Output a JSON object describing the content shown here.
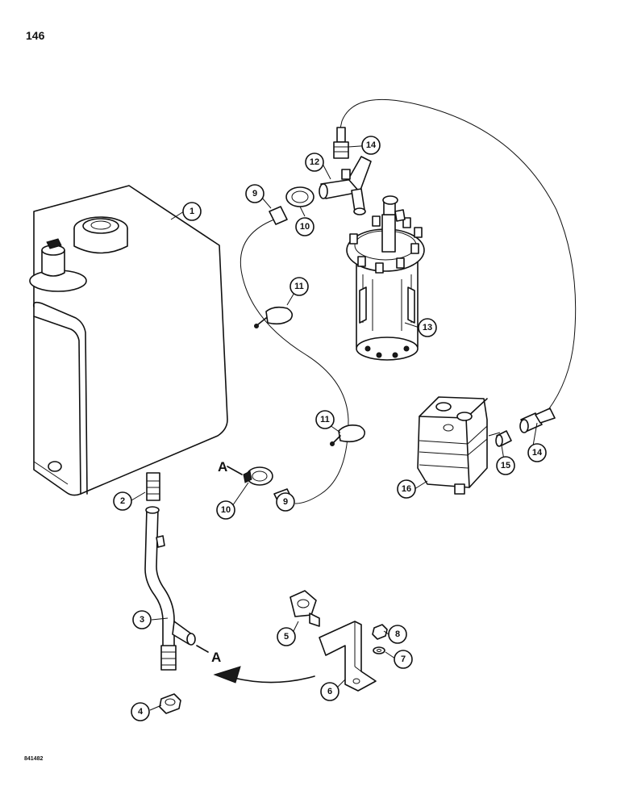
{
  "page_number": "146",
  "drawing_code": "841482",
  "reference_letter": "A",
  "callouts": [
    "1",
    "2",
    "3",
    "4",
    "5",
    "6",
    "7",
    "8",
    "9",
    "9",
    "10",
    "10",
    "11",
    "11",
    "12",
    "13",
    "14",
    "14",
    "15",
    "16"
  ]
}
